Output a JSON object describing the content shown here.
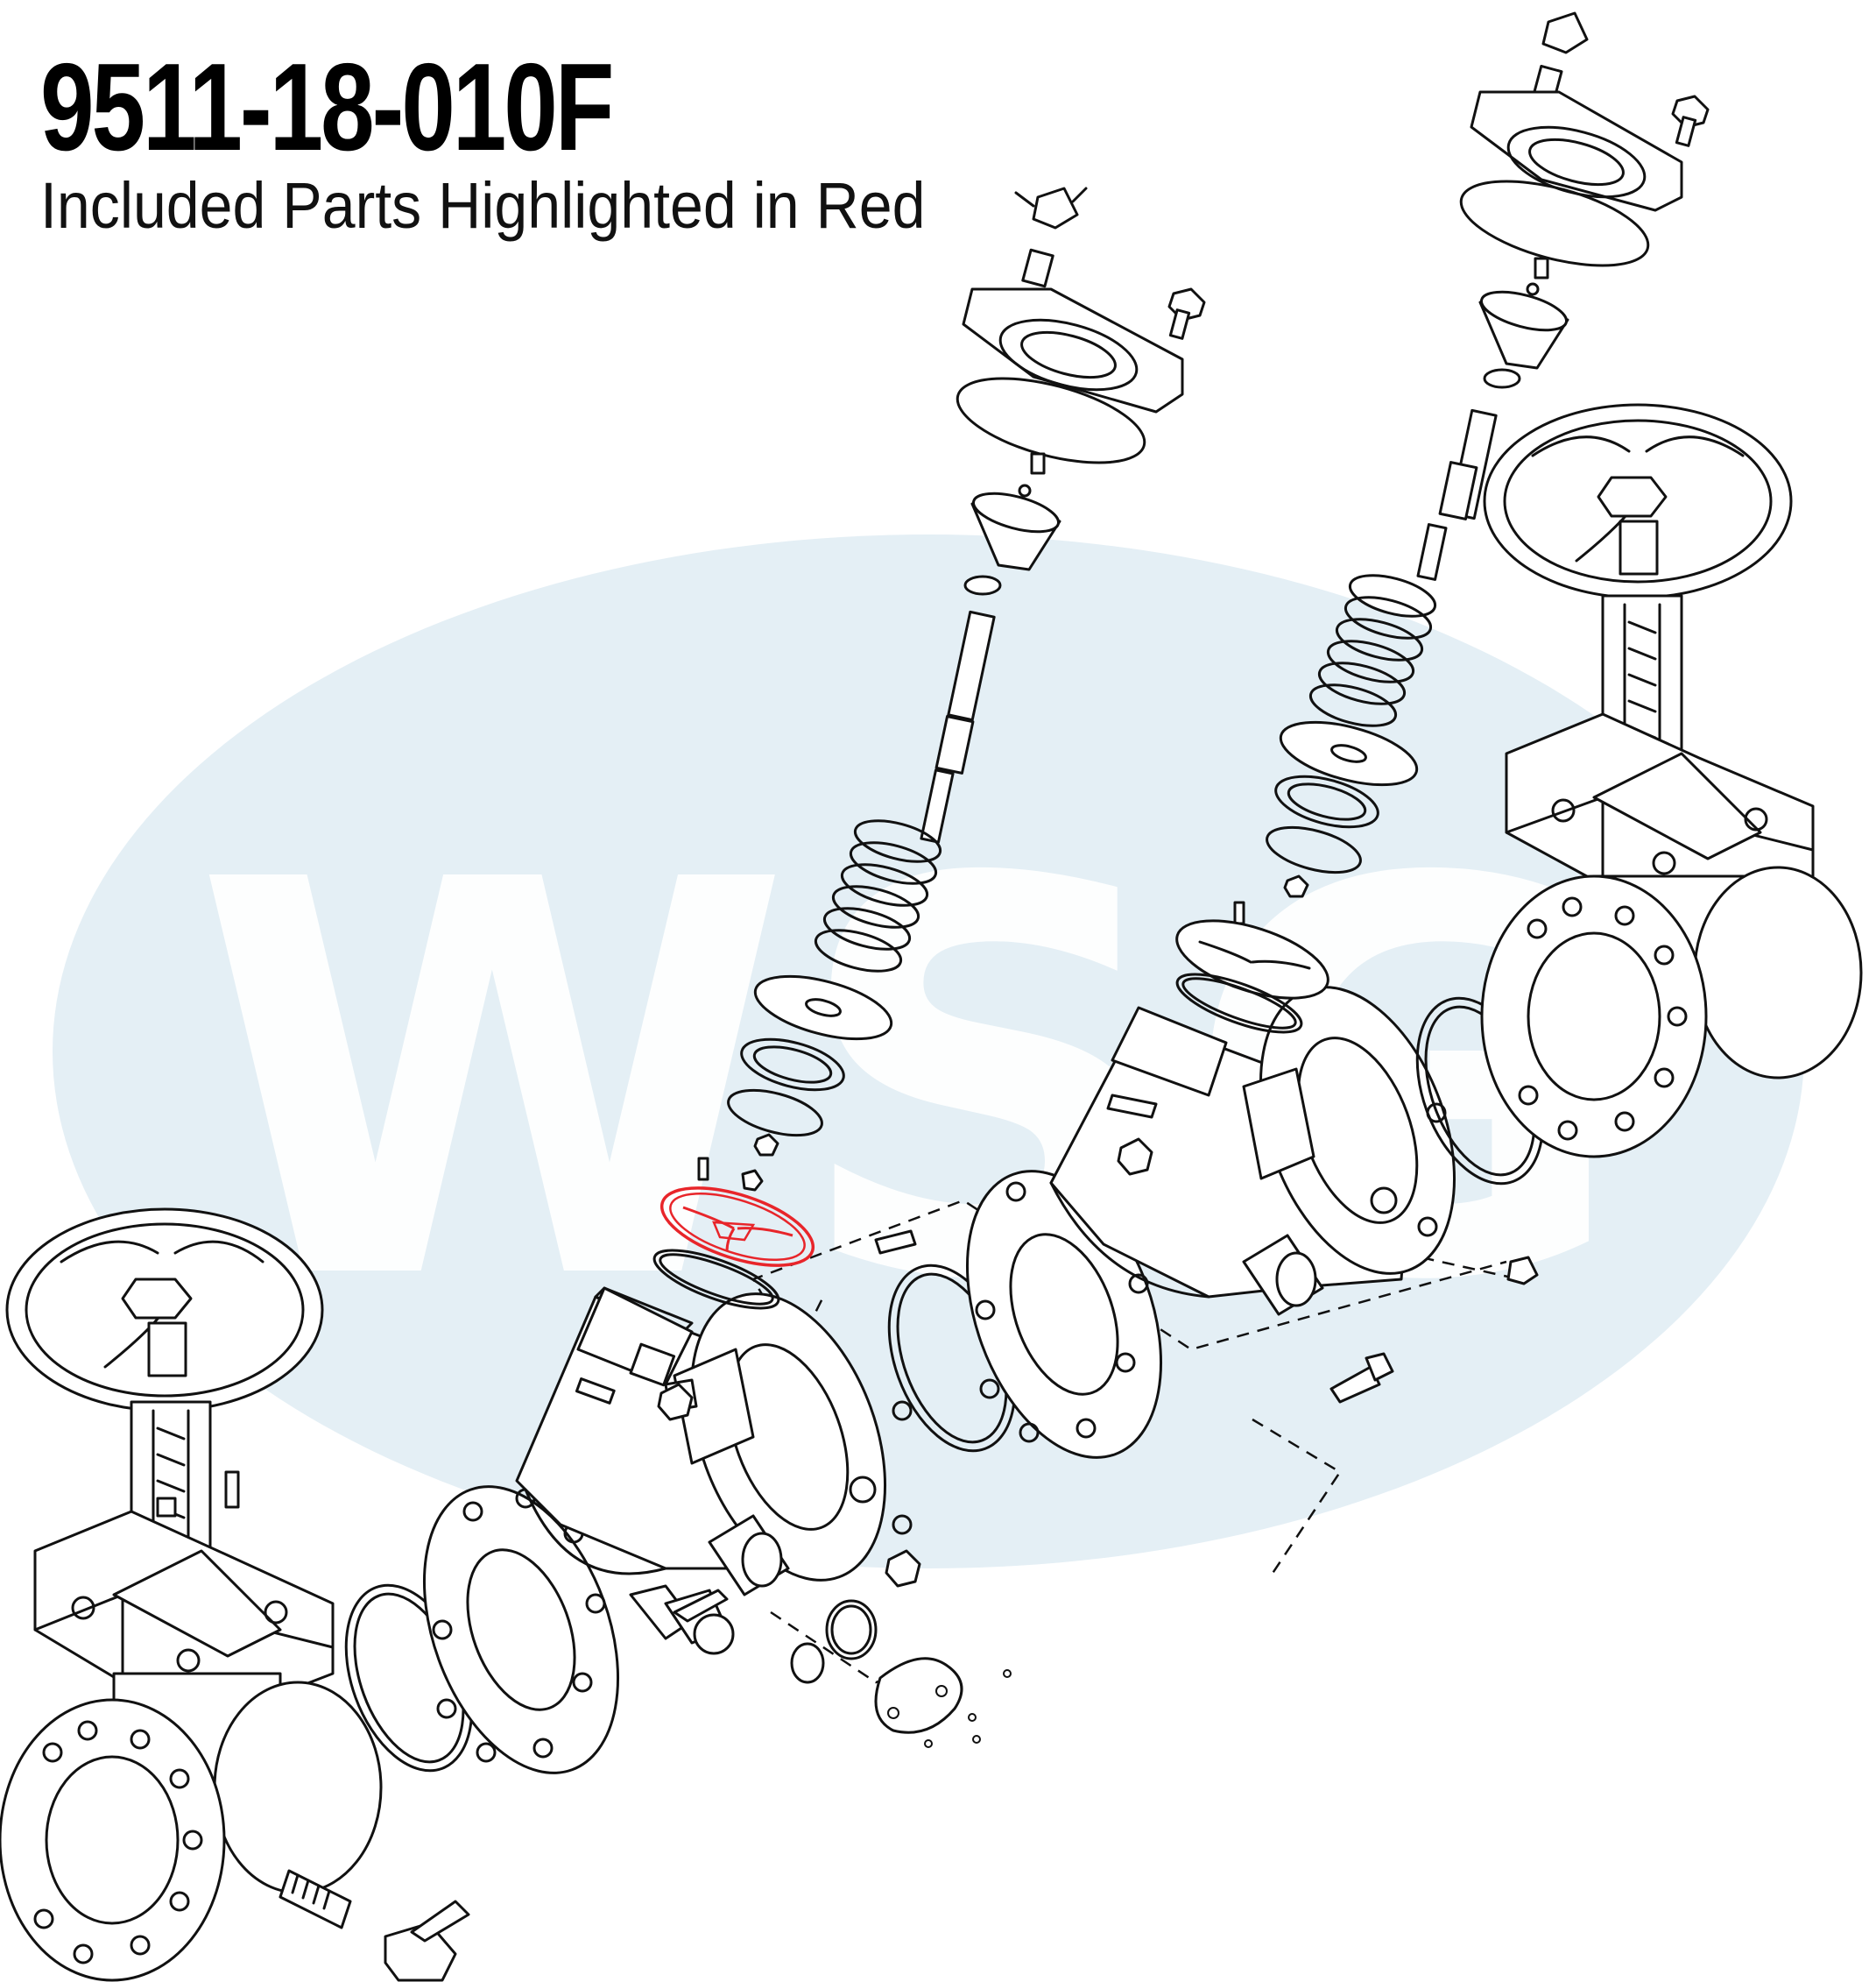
{
  "header": {
    "part_number": "9511-18-010F",
    "subtitle": "Included Parts Highlighted in Red"
  },
  "watermark": {
    "text": "WSG",
    "color": "#dceaf2"
  },
  "colors": {
    "line": "#111111",
    "highlight": "#e8252a",
    "background": "#ffffff"
  },
  "diagram": {
    "type": "exploded-parts-view",
    "highlighted_part": "check-module-cover-disc"
  }
}
